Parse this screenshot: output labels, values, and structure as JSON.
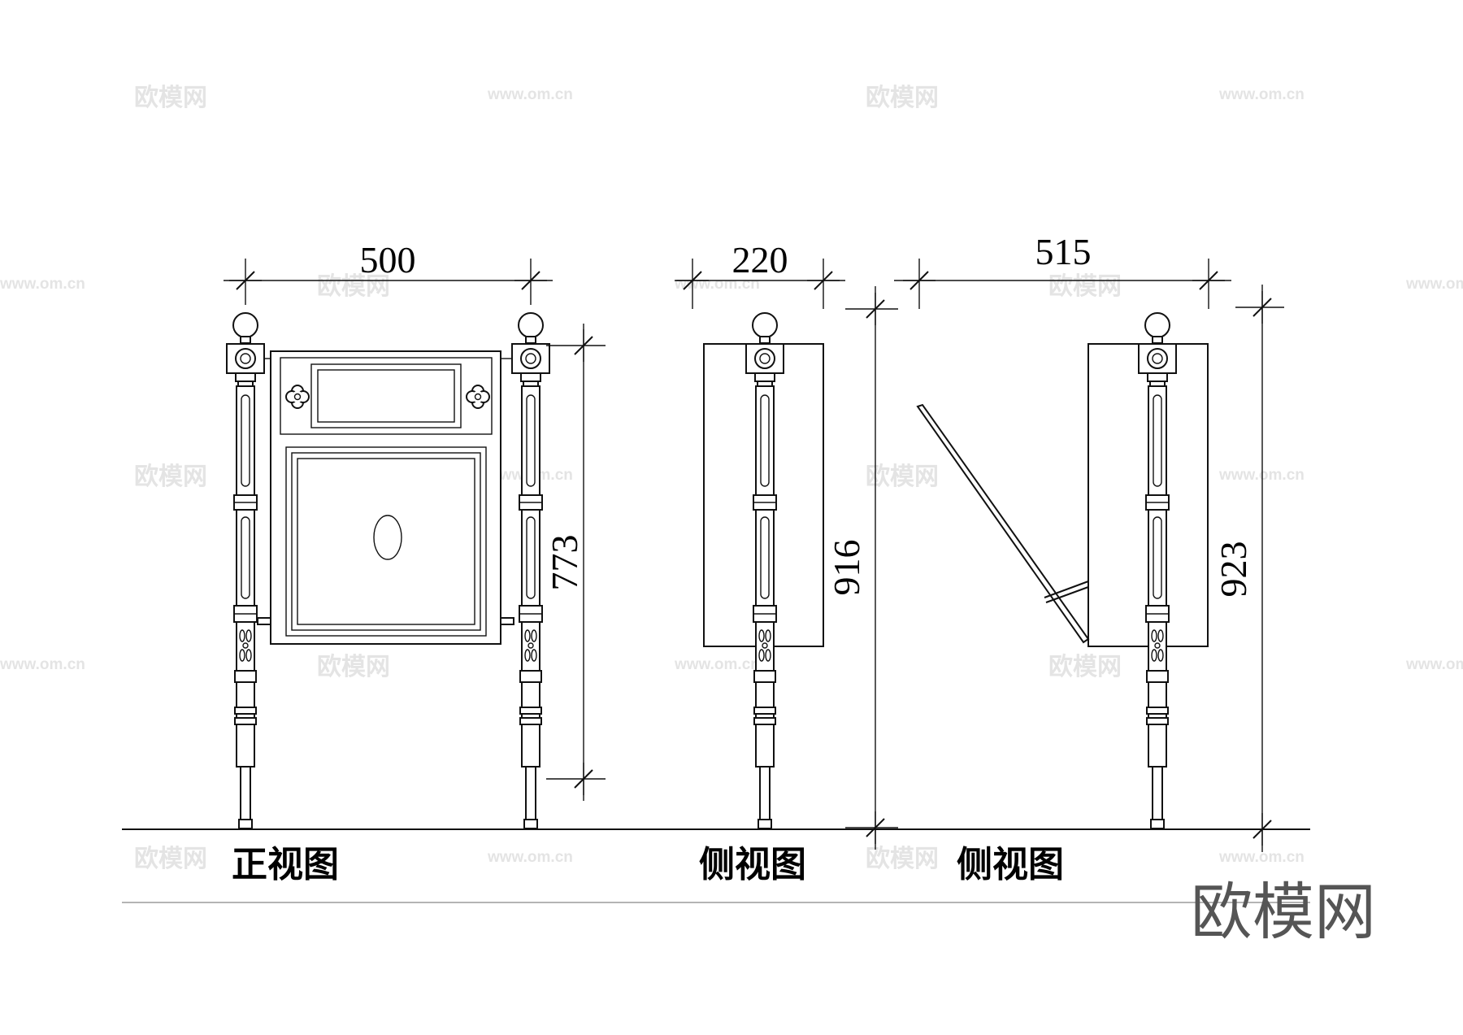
{
  "dimensions": {
    "front_width": "500",
    "front_height": "773",
    "side_width": "220",
    "side_height": "916",
    "side2_width": "515",
    "side2_height": "923"
  },
  "labels": {
    "front_view": "正视图",
    "side_view": "侧视图",
    "side_view_open": "侧视图"
  },
  "watermark": {
    "brand_cn": "欧模网",
    "url": "www.om.cn"
  },
  "brand_logo": "欧模网",
  "colors": {
    "line": "#111111",
    "watermark": "#e4e4e4",
    "brand": "#555555"
  }
}
